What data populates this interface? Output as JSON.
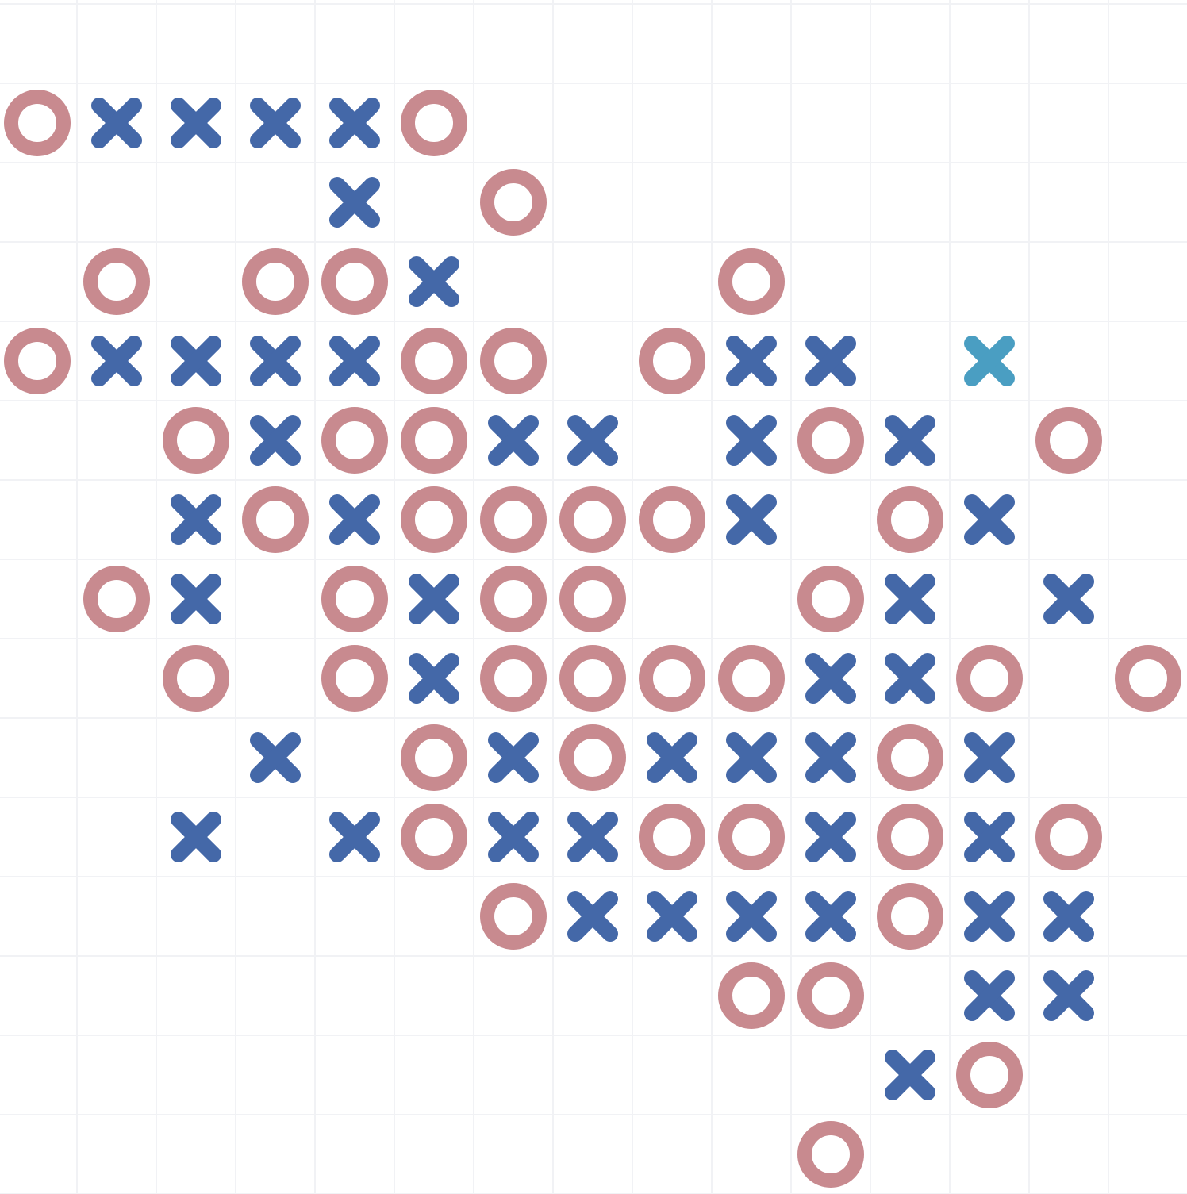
{
  "board": {
    "columns": 15,
    "rows": 15,
    "colors": {
      "background": "#ffffff",
      "grid": "#f1f2f5",
      "o": "#c88a8f",
      "x": "#4468a8",
      "x_last": "#4a9ec2"
    },
    "stones": [
      {
        "col": 0,
        "row": 1,
        "type": "o"
      },
      {
        "col": 1,
        "row": 1,
        "type": "x"
      },
      {
        "col": 2,
        "row": 1,
        "type": "x"
      },
      {
        "col": 3,
        "row": 1,
        "type": "x"
      },
      {
        "col": 4,
        "row": 1,
        "type": "x"
      },
      {
        "col": 5,
        "row": 1,
        "type": "o"
      },
      {
        "col": 4,
        "row": 2,
        "type": "x"
      },
      {
        "col": 6,
        "row": 2,
        "type": "o"
      },
      {
        "col": 1,
        "row": 3,
        "type": "o"
      },
      {
        "col": 3,
        "row": 3,
        "type": "o"
      },
      {
        "col": 4,
        "row": 3,
        "type": "o"
      },
      {
        "col": 5,
        "row": 3,
        "type": "x"
      },
      {
        "col": 9,
        "row": 3,
        "type": "o"
      },
      {
        "col": 0,
        "row": 4,
        "type": "o"
      },
      {
        "col": 1,
        "row": 4,
        "type": "x"
      },
      {
        "col": 2,
        "row": 4,
        "type": "x"
      },
      {
        "col": 3,
        "row": 4,
        "type": "x"
      },
      {
        "col": 4,
        "row": 4,
        "type": "x"
      },
      {
        "col": 5,
        "row": 4,
        "type": "o"
      },
      {
        "col": 6,
        "row": 4,
        "type": "o"
      },
      {
        "col": 8,
        "row": 4,
        "type": "o"
      },
      {
        "col": 9,
        "row": 4,
        "type": "x"
      },
      {
        "col": 10,
        "row": 4,
        "type": "x"
      },
      {
        "col": 12,
        "row": 4,
        "type": "x",
        "last": true
      },
      {
        "col": 2,
        "row": 5,
        "type": "o"
      },
      {
        "col": 3,
        "row": 5,
        "type": "x"
      },
      {
        "col": 4,
        "row": 5,
        "type": "o"
      },
      {
        "col": 5,
        "row": 5,
        "type": "o"
      },
      {
        "col": 6,
        "row": 5,
        "type": "x"
      },
      {
        "col": 7,
        "row": 5,
        "type": "x"
      },
      {
        "col": 9,
        "row": 5,
        "type": "x"
      },
      {
        "col": 10,
        "row": 5,
        "type": "o"
      },
      {
        "col": 11,
        "row": 5,
        "type": "x"
      },
      {
        "col": 13,
        "row": 5,
        "type": "o"
      },
      {
        "col": 2,
        "row": 6,
        "type": "x"
      },
      {
        "col": 3,
        "row": 6,
        "type": "o"
      },
      {
        "col": 4,
        "row": 6,
        "type": "x"
      },
      {
        "col": 5,
        "row": 6,
        "type": "o"
      },
      {
        "col": 6,
        "row": 6,
        "type": "o"
      },
      {
        "col": 7,
        "row": 6,
        "type": "o"
      },
      {
        "col": 8,
        "row": 6,
        "type": "o"
      },
      {
        "col": 9,
        "row": 6,
        "type": "x"
      },
      {
        "col": 11,
        "row": 6,
        "type": "o"
      },
      {
        "col": 12,
        "row": 6,
        "type": "x"
      },
      {
        "col": 1,
        "row": 7,
        "type": "o"
      },
      {
        "col": 2,
        "row": 7,
        "type": "x"
      },
      {
        "col": 4,
        "row": 7,
        "type": "o"
      },
      {
        "col": 5,
        "row": 7,
        "type": "x"
      },
      {
        "col": 6,
        "row": 7,
        "type": "o"
      },
      {
        "col": 7,
        "row": 7,
        "type": "o"
      },
      {
        "col": 10,
        "row": 7,
        "type": "o"
      },
      {
        "col": 11,
        "row": 7,
        "type": "x"
      },
      {
        "col": 13,
        "row": 7,
        "type": "x"
      },
      {
        "col": 2,
        "row": 8,
        "type": "o"
      },
      {
        "col": 4,
        "row": 8,
        "type": "o"
      },
      {
        "col": 5,
        "row": 8,
        "type": "x"
      },
      {
        "col": 6,
        "row": 8,
        "type": "o"
      },
      {
        "col": 7,
        "row": 8,
        "type": "o"
      },
      {
        "col": 8,
        "row": 8,
        "type": "o"
      },
      {
        "col": 9,
        "row": 8,
        "type": "o"
      },
      {
        "col": 10,
        "row": 8,
        "type": "x"
      },
      {
        "col": 11,
        "row": 8,
        "type": "x"
      },
      {
        "col": 12,
        "row": 8,
        "type": "o"
      },
      {
        "col": 14,
        "row": 8,
        "type": "o"
      },
      {
        "col": 3,
        "row": 9,
        "type": "x"
      },
      {
        "col": 5,
        "row": 9,
        "type": "o"
      },
      {
        "col": 6,
        "row": 9,
        "type": "x"
      },
      {
        "col": 7,
        "row": 9,
        "type": "o"
      },
      {
        "col": 8,
        "row": 9,
        "type": "x"
      },
      {
        "col": 9,
        "row": 9,
        "type": "x"
      },
      {
        "col": 10,
        "row": 9,
        "type": "x"
      },
      {
        "col": 11,
        "row": 9,
        "type": "o"
      },
      {
        "col": 12,
        "row": 9,
        "type": "x"
      },
      {
        "col": 2,
        "row": 10,
        "type": "x"
      },
      {
        "col": 4,
        "row": 10,
        "type": "x"
      },
      {
        "col": 5,
        "row": 10,
        "type": "o"
      },
      {
        "col": 6,
        "row": 10,
        "type": "x"
      },
      {
        "col": 7,
        "row": 10,
        "type": "x"
      },
      {
        "col": 8,
        "row": 10,
        "type": "o"
      },
      {
        "col": 9,
        "row": 10,
        "type": "o"
      },
      {
        "col": 10,
        "row": 10,
        "type": "x"
      },
      {
        "col": 11,
        "row": 10,
        "type": "o"
      },
      {
        "col": 12,
        "row": 10,
        "type": "x"
      },
      {
        "col": 13,
        "row": 10,
        "type": "o"
      },
      {
        "col": 6,
        "row": 11,
        "type": "o"
      },
      {
        "col": 7,
        "row": 11,
        "type": "x"
      },
      {
        "col": 8,
        "row": 11,
        "type": "x"
      },
      {
        "col": 9,
        "row": 11,
        "type": "x"
      },
      {
        "col": 10,
        "row": 11,
        "type": "x"
      },
      {
        "col": 11,
        "row": 11,
        "type": "o"
      },
      {
        "col": 12,
        "row": 11,
        "type": "x"
      },
      {
        "col": 13,
        "row": 11,
        "type": "x"
      },
      {
        "col": 9,
        "row": 12,
        "type": "o"
      },
      {
        "col": 10,
        "row": 12,
        "type": "o"
      },
      {
        "col": 12,
        "row": 12,
        "type": "x"
      },
      {
        "col": 13,
        "row": 12,
        "type": "x"
      },
      {
        "col": 11,
        "row": 13,
        "type": "x"
      },
      {
        "col": 12,
        "row": 13,
        "type": "o"
      },
      {
        "col": 10,
        "row": 14,
        "type": "o"
      }
    ]
  }
}
